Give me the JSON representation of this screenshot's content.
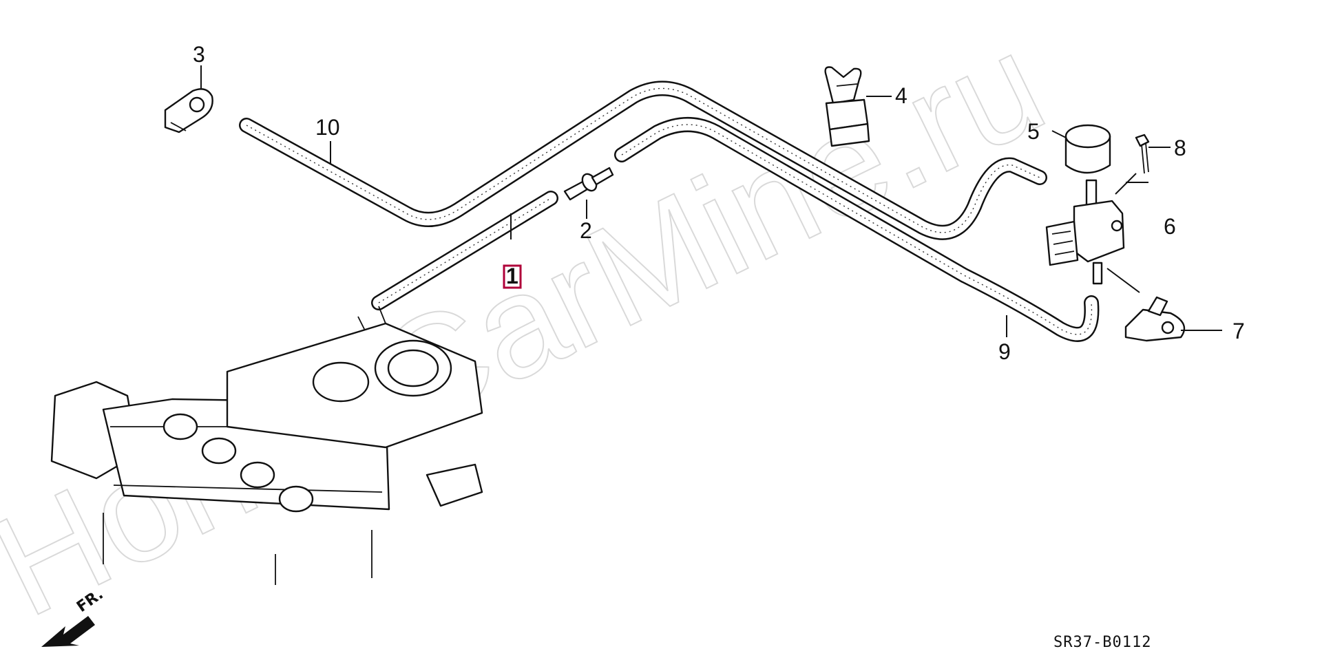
{
  "diagram": {
    "watermark": "HondaCarMine.ru",
    "reference_code": "SR37-B0112",
    "direction_label": "FR.",
    "highlight_color": "#b0003a",
    "callouts": [
      {
        "id": "1",
        "label": "1",
        "highlighted": true
      },
      {
        "id": "2",
        "label": "2"
      },
      {
        "id": "3",
        "label": "3"
      },
      {
        "id": "4",
        "label": "4"
      },
      {
        "id": "5",
        "label": "5"
      },
      {
        "id": "6",
        "label": "6"
      },
      {
        "id": "7",
        "label": "7"
      },
      {
        "id": "8",
        "label": "8"
      },
      {
        "id": "9",
        "label": "9"
      },
      {
        "id": "10",
        "label": "10"
      }
    ]
  }
}
